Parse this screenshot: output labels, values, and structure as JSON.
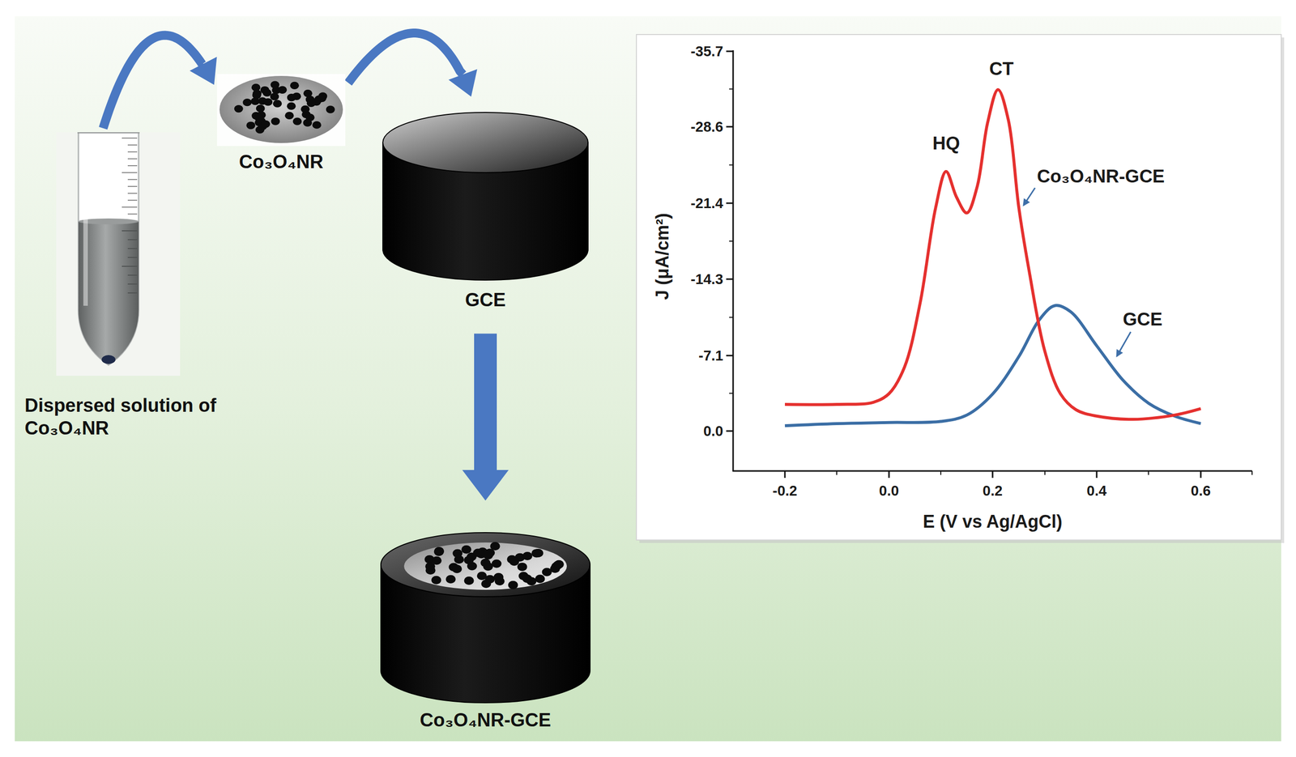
{
  "diagram": {
    "nodes": [
      {
        "text": [
          "Dispersed solution of Co₃O₄NR"
        ]
      },
      {
        "text": [
          "Co₃O₄NR"
        ]
      },
      {
        "text": [
          "GCE"
        ]
      },
      {
        "text": [
          "Co₃O₄NR-GCE"
        ]
      }
    ],
    "edges": [
      {
        "from": 0,
        "to": 1,
        "arrow": "to"
      },
      {
        "from": 1,
        "to": 2,
        "arrow": "to"
      },
      {
        "from": 2,
        "to": 3,
        "arrow": "to"
      }
    ],
    "labels": [
      "-35.7",
      "-28.6",
      "-21.4",
      "-14.3",
      "-7.1",
      "0.0",
      "-0.2",
      "0.0",
      "0.2",
      "0.4",
      "0.6",
      "J (μA/cm²)",
      "E (V vs Ag/AgCl)",
      "HQ",
      "CT",
      "Co₃O₄NR-GCE",
      "GCE"
    ]
  }
}
